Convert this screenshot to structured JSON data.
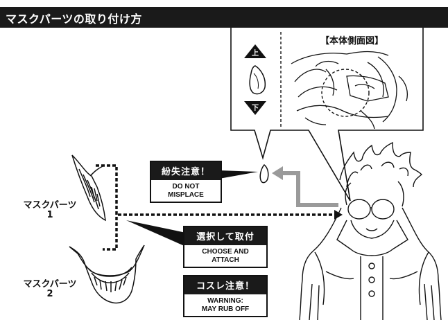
{
  "header": {
    "title": "マスクパーツの取り付け方"
  },
  "side_view": {
    "title": "【本体側面図】",
    "up_label": "上",
    "down_label": "下"
  },
  "parts": [
    {
      "name": "マスクパーツ",
      "number": "1"
    },
    {
      "name": "マスクパーツ",
      "number": "2"
    }
  ],
  "cautions": {
    "misplace": {
      "jp": "紛失注意！",
      "en_line1": "DO NOT",
      "en_line2": "MISPLACE"
    },
    "choose": {
      "jp": "選択して取付",
      "en_line1": "CHOOSE AND",
      "en_line2": "ATTACH"
    },
    "rub": {
      "jp": "コスレ注意！",
      "en_line1": "WARNING:",
      "en_line2": "MAY RUB OFF"
    }
  },
  "colors": {
    "header_bg": "#1a1a1a",
    "arrow_gray": "#9a9a9a",
    "line": "#111111"
  }
}
